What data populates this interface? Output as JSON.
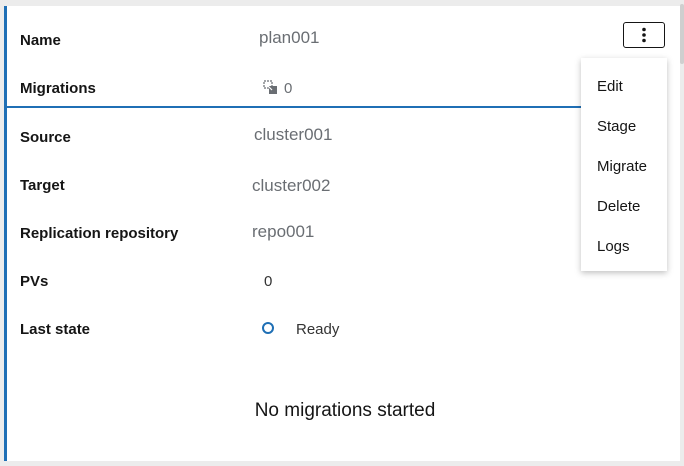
{
  "fields": {
    "name_label": "Name",
    "name_value": "plan001",
    "migrations_label": "Migrations",
    "migrations_count": "0",
    "source_label": "Source",
    "source_value": "cluster001",
    "target_label": "Target",
    "target_value": "cluster002",
    "repo_label": "Replication repository",
    "repo_value": "repo001",
    "pvs_label": "PVs",
    "pvs_value": "0",
    "state_label": "Last state",
    "state_value": "Ready"
  },
  "menu": {
    "items": [
      "Edit",
      "Stage",
      "Migrate",
      "Delete",
      "Logs"
    ]
  },
  "empty_state": "No migrations started",
  "icons": {
    "kebab": "kebab-menu-icon",
    "migrations": "migration-icon",
    "status": "ready-status-icon"
  },
  "colors": {
    "accent": "#1f6fb5",
    "label_text": "#151515",
    "value_text": "#6a6e73"
  }
}
